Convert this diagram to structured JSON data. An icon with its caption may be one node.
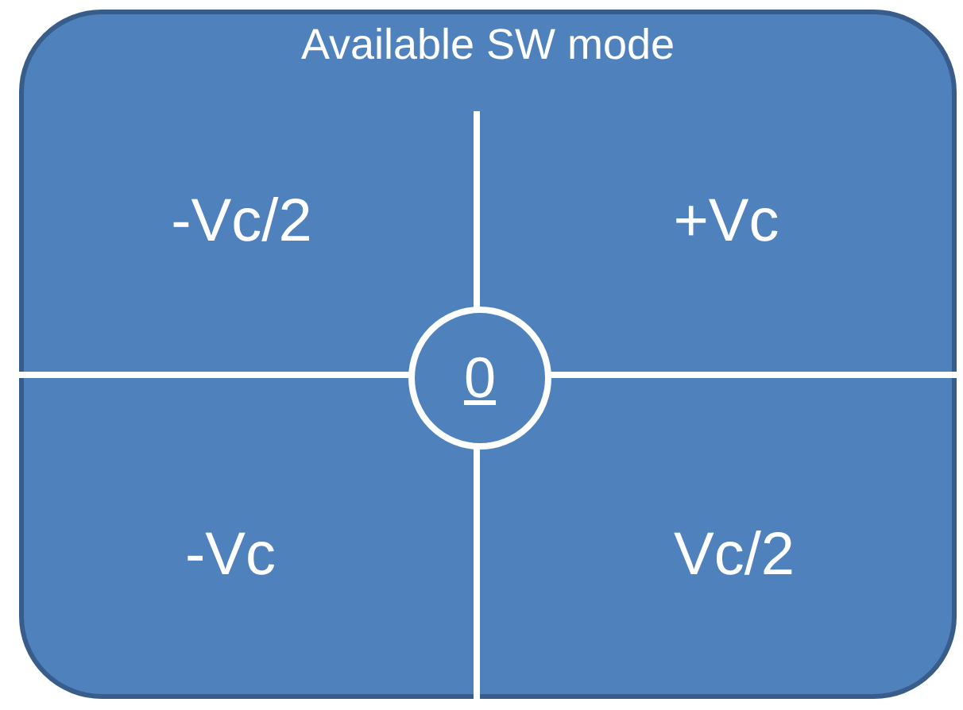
{
  "diagram": {
    "nodes": [
      {
        "text": [
          "Available SW mode"
        ]
      },
      {
        "text": [
          "0"
        ],
        "in": 0
      }
    ],
    "labels": [
      "-Vc/2",
      "+Vc",
      "-Vc",
      "Vc/2"
    ]
  }
}
